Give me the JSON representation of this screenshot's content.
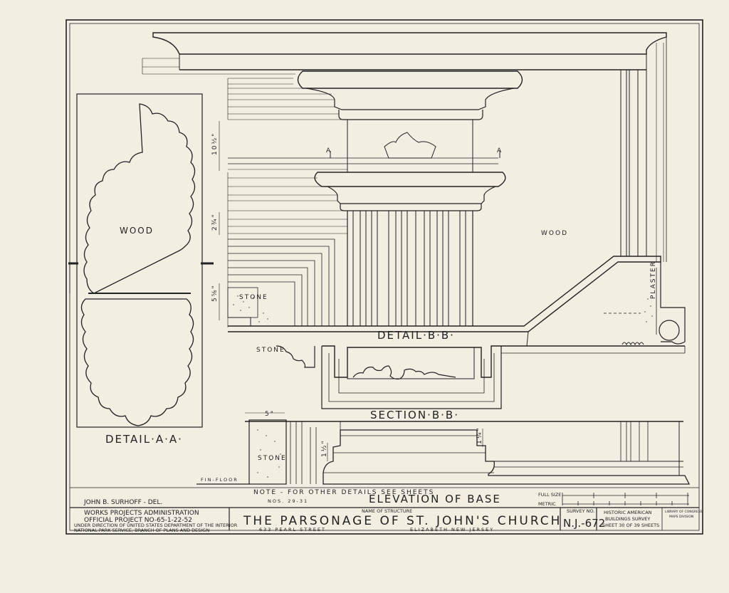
{
  "drawing": {
    "detail_aa": {
      "title": "DETAIL·A·A·",
      "material": "WOOD"
    },
    "detail_bb": {
      "title": "DETAIL·B·B·"
    },
    "section_bb": {
      "title": "SECTION·B·B·"
    },
    "elevation": {
      "title": "ELEVATION OF BASE"
    },
    "section_marks": {
      "a_left": "A",
      "a_right": "A"
    },
    "materials": {
      "wood": "WOOD",
      "stone_1": "STONE",
      "stone_2": "STONE",
      "stone_3": "STONE",
      "plaster": "PLASTER"
    },
    "dimensions": {
      "d1": "10½\"",
      "d2": "2¾\"",
      "d3": "5⅝\"",
      "d4": "5\"",
      "d5": "1½\"",
      "d6": "1¼\""
    },
    "fin_floor": "FIN-FLOOR",
    "note_line1": "NOTE - FOR OTHER DETAILS SEE SHEETS",
    "note_line2": "NOS. 29-31"
  },
  "title_block": {
    "delineator": "JOHN B. SURHOFF - DEL.",
    "wpa": "WORKS PROJECTS ADMINISTRATION",
    "official_project": "OFFICIAL PROJECT NO-65-1-22-52",
    "under_direction_1": "UNDER DIRECTION OF UNITED STATES DEPARTMENT OF THE INTERIOR",
    "under_direction_2": "NATIONAL PARK SERVICE, BRANCH OF PLANS AND DESIGN",
    "name_caption": "NAME OF STRUCTURE",
    "structure_name": "THE PARSONAGE OF ST. JOHN'S CHURCH",
    "street": "633 PEARL STREET",
    "city": "ELIZABETH NEW JERSEY",
    "survey_caption": "SURVEY NO.",
    "survey_no": "N.J.-672",
    "habs_1": "HISTORIC AMERICAN",
    "habs_2": "BUILDINGS SURVEY",
    "sheet": "SHEET 30 OF 39 SHEETS",
    "library_1": "LIBRARY OF CONGRESS",
    "library_2": "MAPS DIVISION",
    "scale_full": "FULL SIZE",
    "scale_metric": "METRIC"
  }
}
